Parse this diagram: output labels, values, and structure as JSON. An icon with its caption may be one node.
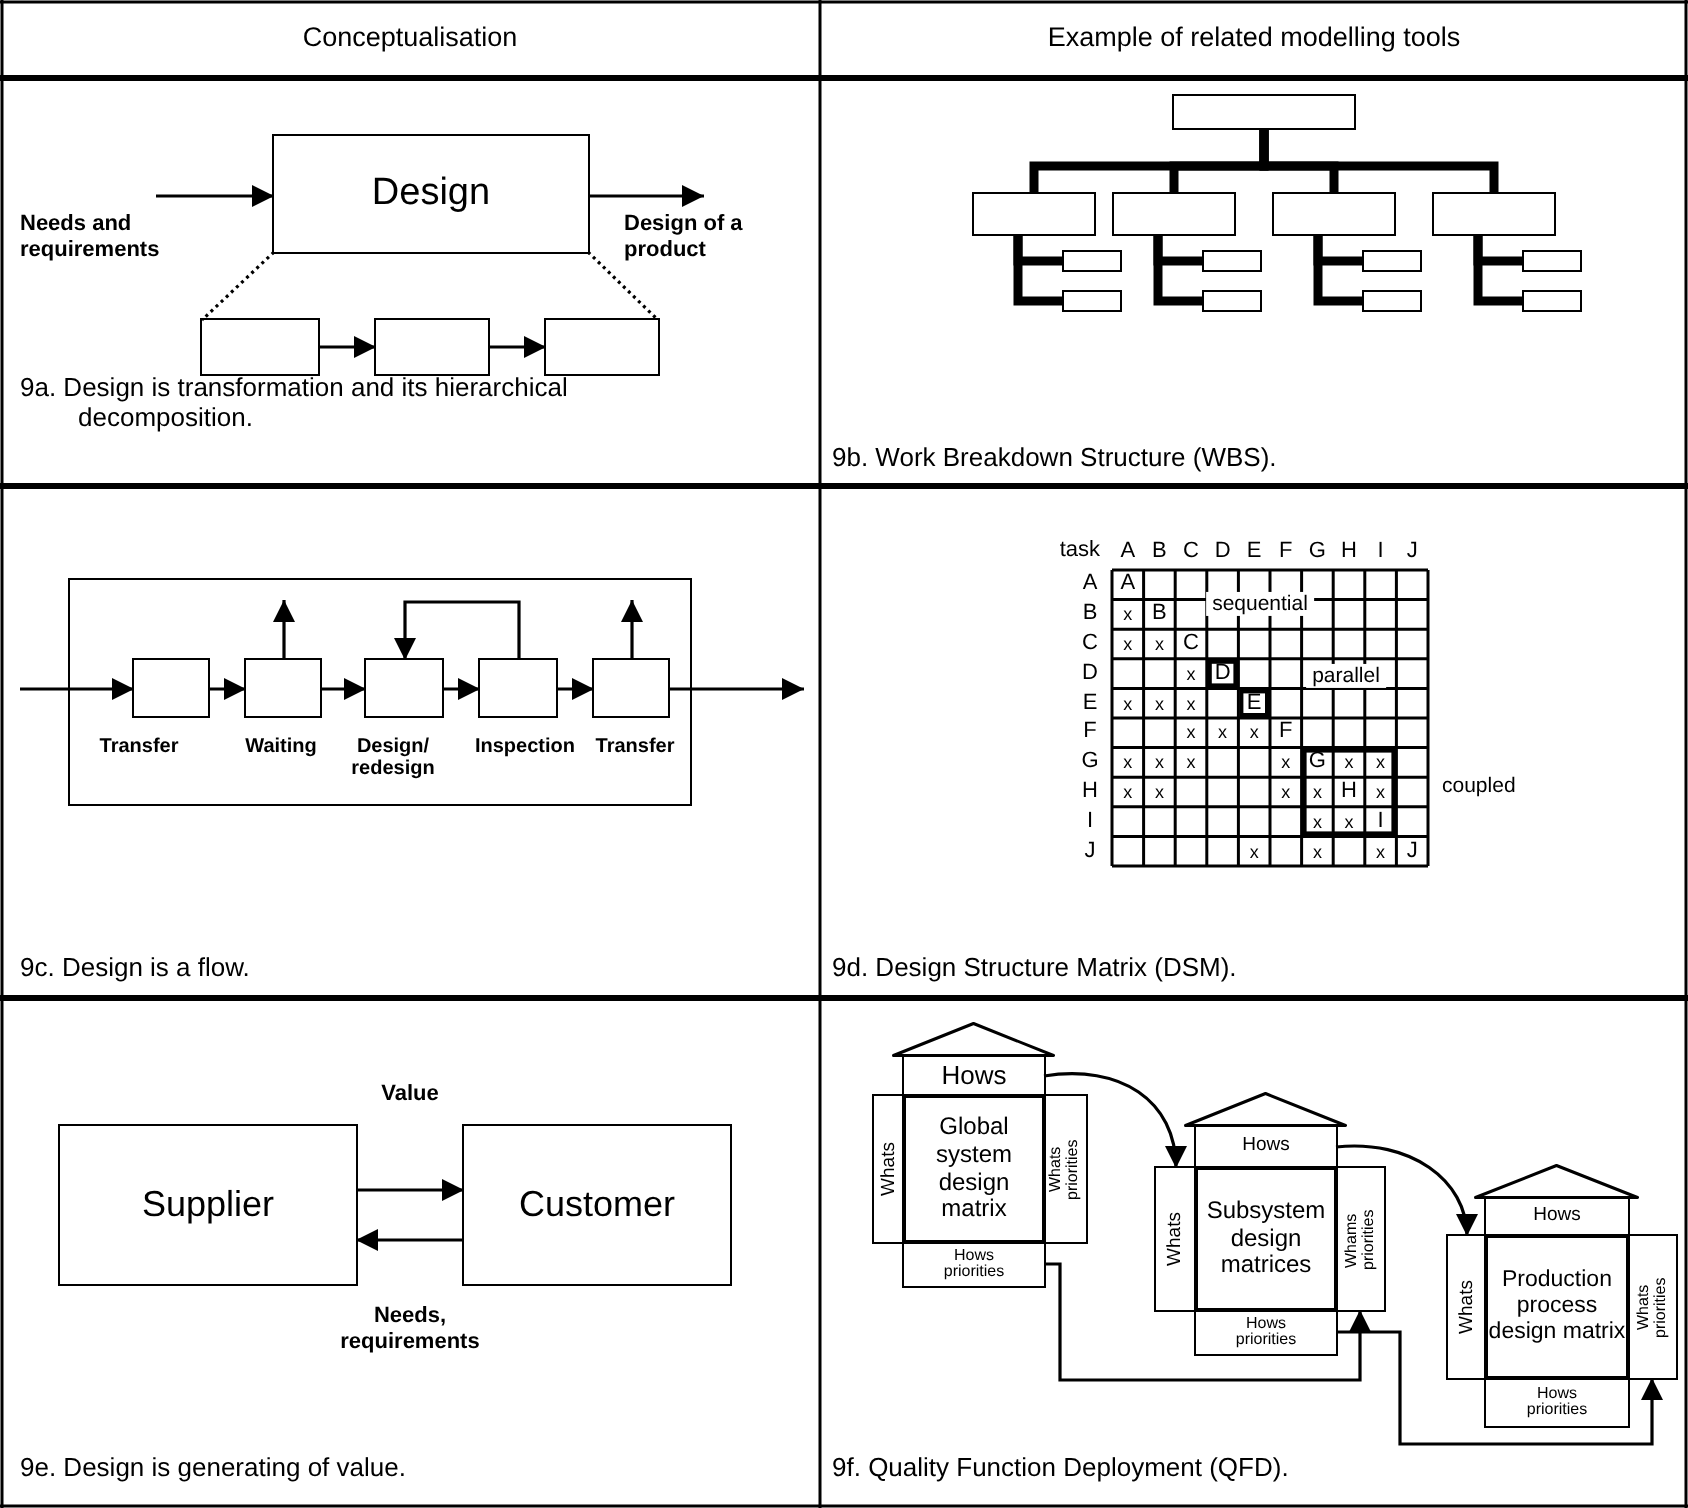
{
  "diagram": {
    "nodes": [
      {
        "text": [
          "Design"
        ]
      },
      {
        "text": [],
        "shape": "box"
      },
      {
        "text": [],
        "shape": "box"
      },
      {
        "text": [],
        "shape": "box"
      },
      {
        "text": [],
        "shape": "box"
      },
      {
        "text": [],
        "shape": "box"
      },
      {
        "text": [],
        "shape": "box"
      },
      {
        "text": [],
        "shape": "box"
      },
      {
        "text": [],
        "shape": "box"
      },
      {
        "text": [],
        "shape": "box"
      },
      {
        "text": [],
        "shape": "box"
      },
      {
        "text": [],
        "shape": "box"
      },
      {
        "text": [],
        "shape": "box"
      },
      {
        "text": [],
        "shape": "box"
      },
      {
        "text": [],
        "shape": "box"
      },
      {
        "text": [],
        "shape": "box"
      },
      {
        "text": [],
        "shape": "box"
      },
      {
        "text": [],
        "shape": "box"
      },
      {
        "text": [],
        "shape": "box",
        "in": 17,
        "beside": [
          "Transfer"
        ]
      },
      {
        "text": [],
        "shape": "box",
        "in": 17,
        "beside": [
          "Waiting"
        ]
      },
      {
        "text": [],
        "shape": "box",
        "in": 17,
        "beside": [
          "Design/ redesign"
        ]
      },
      {
        "text": [],
        "shape": "box",
        "in": 17,
        "beside": [
          "Inspection"
        ]
      },
      {
        "text": [],
        "shape": "box",
        "in": 17,
        "beside": [
          "Transfer"
        ]
      },
      {
        "text": [
          "Supplier"
        ]
      },
      {
        "text": [
          "Customer"
        ]
      },
      {
        "text": [
          "Hows"
        ]
      },
      {
        "text": [
          "Whats"
        ]
      },
      {
        "text": [
          "Global system design matrix"
        ]
      },
      {
        "text": [
          "Whats priorities"
        ]
      },
      {
        "text": [
          "Hows priorities"
        ]
      },
      {
        "text": [
          "Hows"
        ]
      },
      {
        "text": [
          "Whats"
        ]
      },
      {
        "text": [
          "Subsystem design matrices"
        ]
      },
      {
        "text": [
          "Whams priorities"
        ]
      },
      {
        "text": [
          "Hows priorities"
        ]
      },
      {
        "text": [
          "Hows"
        ]
      },
      {
        "text": [
          "Whats"
        ]
      },
      {
        "text": [
          "Production process design matrix"
        ]
      },
      {
        "text": [
          "Whats priorities"
        ]
      },
      {
        "text": [
          "Hows priorities"
        ]
      },
      {
        "text": [],
        "shape": "triangle"
      },
      {
        "text": [],
        "shape": "triangle"
      },
      {
        "text": [],
        "shape": "triangle"
      }
    ],
    "edges": [
      {
        "from": null,
        "to": 0,
        "arrow": "to",
        "label": "Needs and requirements"
      },
      {
        "from": 0,
        "to": null,
        "arrow": "to",
        "label": "Design of a product"
      },
      {
        "from": 0,
        "to": 1,
        "arrow": "none",
        "style": "dashed"
      },
      {
        "from": 0,
        "to": 3,
        "arrow": "none",
        "style": "dashed"
      },
      {
        "from": 1,
        "to": 2,
        "arrow": "to"
      },
      {
        "from": 2,
        "to": 3,
        "arrow": "to"
      },
      {
        "from": 4,
        "to": 5,
        "arrow": "none",
        "style": "thick"
      },
      {
        "from": 4,
        "to": 6,
        "arrow": "none",
        "style": "thick"
      },
      {
        "from": 4,
        "to": 7,
        "arrow": "none",
        "style": "thick"
      },
      {
        "from": 4,
        "to": 8,
        "arrow": "none",
        "style": "thick"
      },
      {
        "from": 5,
        "to": 9,
        "arrow": "none",
        "style": "thick"
      },
      {
        "from": 6,
        "to": 10,
        "arrow": "none",
        "style": "thick"
      },
      {
        "from": 7,
        "to": 11,
        "arrow": "none",
        "style": "thick"
      },
      {
        "from": 8,
        "to": 12,
        "arrow": "none",
        "style": "thick"
      },
      {
        "from": 5,
        "to": 13,
        "arrow": "none",
        "style": "thick"
      },
      {
        "from": 6,
        "to": 14,
        "arrow": "none",
        "style": "thick"
      },
      {
        "from": 7,
        "to": 15,
        "arrow": "none",
        "style": "thick"
      },
      {
        "from": 8,
        "to": 16,
        "arrow": "none",
        "style": "thick"
      },
      {
        "from": null,
        "to": 18,
        "arrow": "to"
      },
      {
        "from": 18,
        "to": 19,
        "arrow": "to"
      },
      {
        "from": 19,
        "to": 20,
        "arrow": "to"
      },
      {
        "from": 20,
        "to": 21,
        "arrow": "to"
      },
      {
        "from": 21,
        "to": 20,
        "arrow": "to"
      },
      {
        "from": 21,
        "to": 22,
        "arrow": "to"
      },
      {
        "from": 22,
        "to": null,
        "arrow": "to"
      },
      {
        "from": 19,
        "to": null,
        "arrow": "to"
      },
      {
        "from": 22,
        "to": null,
        "arrow": "to"
      },
      {
        "from": 23,
        "to": 24,
        "arrow": "to",
        "label": "Value"
      },
      {
        "from": 24,
        "to": 23,
        "arrow": "to",
        "label": "Needs, requirements"
      },
      {
        "from": 25,
        "to": 31,
        "arrow": "to"
      },
      {
        "from": 29,
        "to": 33,
        "arrow": "to"
      },
      {
        "from": 30,
        "to": 36,
        "arrow": "to"
      },
      {
        "from": 34,
        "to": 38,
        "arrow": "to"
      }
    ],
    "labels": [
      "Conceptualisation",
      "Example of related modelling tools",
      "9a. Design is transformation and its hierarchical decomposition.",
      "9b. Work Breakdown Structure (WBS).",
      "task",
      "A",
      "B",
      "C",
      "D",
      "E",
      "F",
      "G",
      "H",
      "I",
      "J",
      "A",
      "A",
      "B",
      "x",
      "B",
      "sequential",
      "C",
      "x",
      "x",
      "C",
      "D",
      "x",
      "D",
      "parallel",
      "E",
      "x",
      "x",
      "x",
      "E",
      "F",
      "x",
      "x",
      "x",
      "F",
      "G",
      "x",
      "x",
      "x",
      "x",
      "G",
      "x",
      "x",
      "H",
      "x",
      "x",
      "x",
      "x",
      "H",
      "x",
      "coupled",
      "I",
      "x",
      "x",
      "I",
      "J",
      "x",
      "x",
      "x",
      "J",
      "9c. Design is a flow.",
      "9d. Design Structure Matrix (DSM).",
      "9e. Design is generating of value.",
      "9f. Quality Function Deployment (QFD)."
    ]
  }
}
